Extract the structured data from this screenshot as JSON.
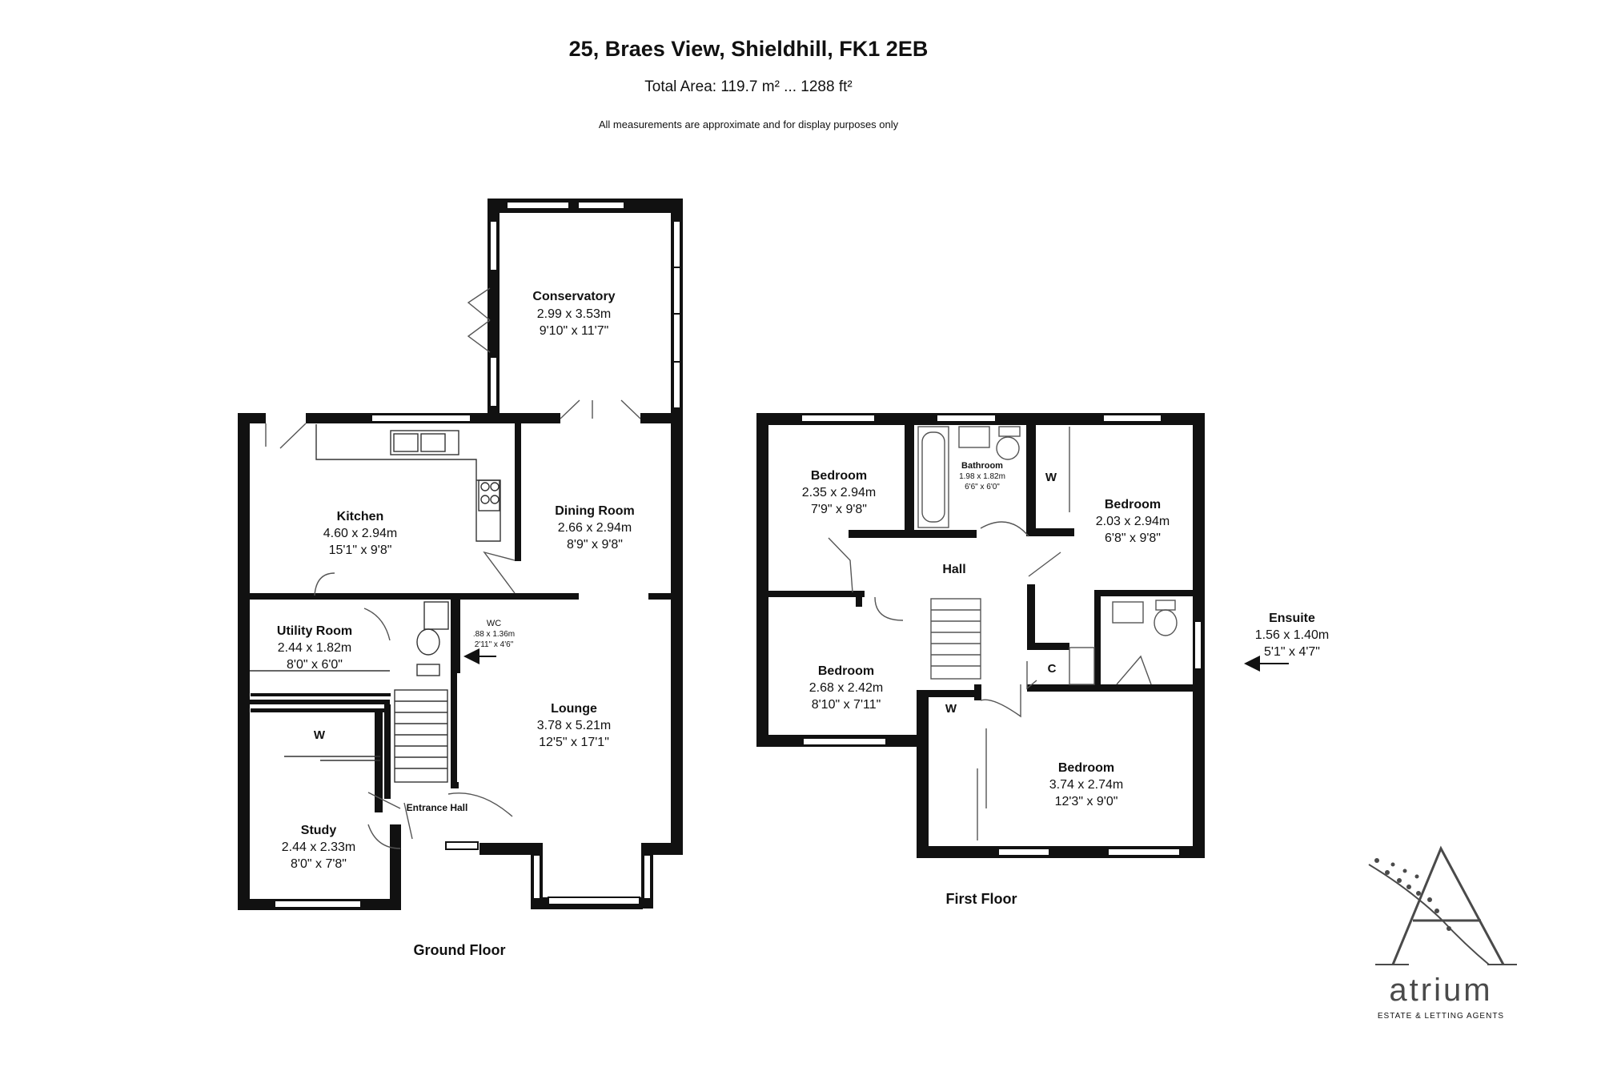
{
  "header": {
    "address": "25, Braes View, Shieldhill, FK1 2EB",
    "total_area": "Total Area: 119.7 m² ... 1288 ft²",
    "disclaimer": "All measurements are approximate and for display purposes only"
  },
  "floors": {
    "ground": "Ground Floor",
    "first": "First Floor"
  },
  "rooms": {
    "conservatory": {
      "name": "Conservatory",
      "metric": "2.99 x 3.53m",
      "imperial": "9'10\" x 11'7\""
    },
    "kitchen": {
      "name": "Kitchen",
      "metric": "4.60 x 2.94m",
      "imperial": "15'1\" x 9'8\""
    },
    "dining": {
      "name": "Dining Room",
      "metric": "2.66 x 2.94m",
      "imperial": "8'9\" x 9'8\""
    },
    "utility": {
      "name": "Utility Room",
      "metric": "2.44 x 1.82m",
      "imperial": "8'0\" x 6'0\""
    },
    "wc": {
      "name": "WC",
      "metric": ".88 x 1.36m",
      "imperial": "2'11\" x 4'6\""
    },
    "lounge": {
      "name": "Lounge",
      "metric": "3.78 x 5.21m",
      "imperial": "12'5\" x 17'1\""
    },
    "study": {
      "name": "Study",
      "metric": "2.44 x 2.33m",
      "imperial": "8'0\" x 7'8\""
    },
    "entrance": {
      "name": "Entrance Hall"
    },
    "bed1": {
      "name": "Bedroom",
      "metric": "2.35 x 2.94m",
      "imperial": "7'9\" x 9'8\""
    },
    "bathroom": {
      "name": "Bathroom",
      "metric": "1.98 x 1.82m",
      "imperial": "6'6\" x 6'0\""
    },
    "bed2": {
      "name": "Bedroom",
      "metric": "2.03 x 2.94m",
      "imperial": "6'8\" x 9'8\""
    },
    "hall": {
      "name": "Hall"
    },
    "bed3": {
      "name": "Bedroom",
      "metric": "2.68 x 2.42m",
      "imperial": "8'10\" x 7'11\""
    },
    "ensuite": {
      "name": "Ensuite",
      "metric": "1.56 x 1.40m",
      "imperial": "5'1\" x 4'7\""
    },
    "bed4": {
      "name": "Bedroom",
      "metric": "3.74 x 2.74m",
      "imperial": "12'3\" x 9'0\""
    }
  },
  "markers": {
    "wardrobe": "W",
    "cupboard": "C"
  },
  "branding": {
    "name": "atrium",
    "tagline": "ESTATE & LETTING AGENTS",
    "color": "#4a4a4a"
  }
}
